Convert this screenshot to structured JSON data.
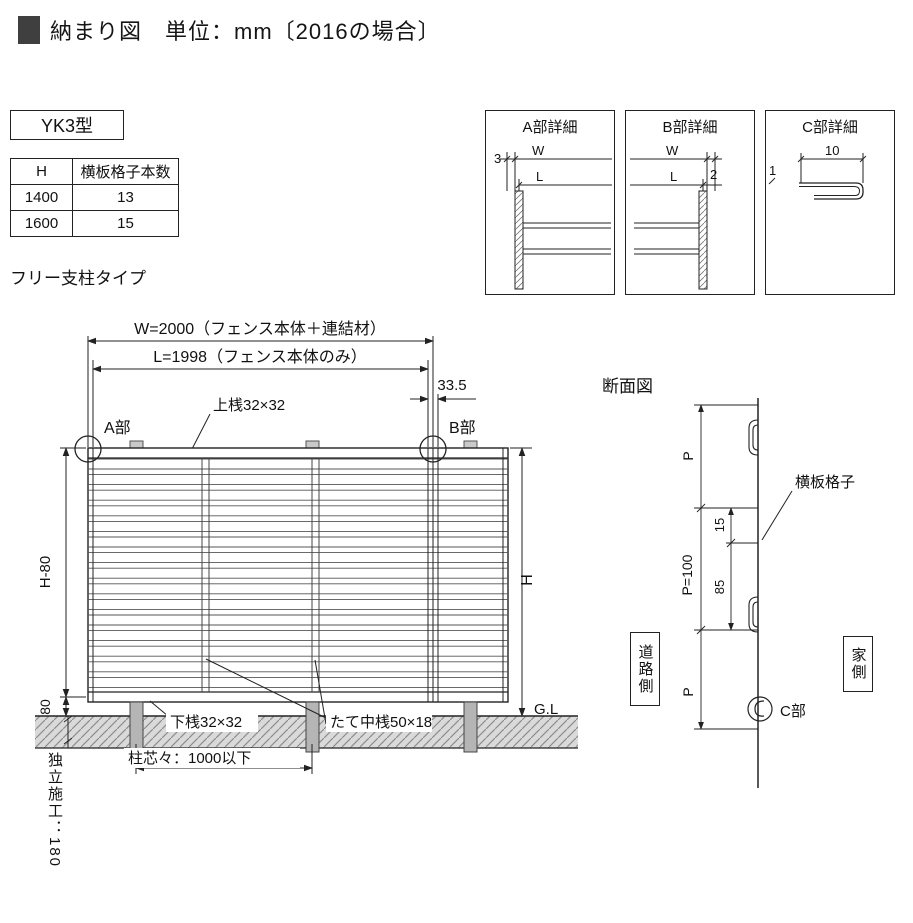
{
  "page": {
    "title": "納まり図　単位：mm〔2016の場合〕"
  },
  "model": {
    "name": "YK3型"
  },
  "spec_table": {
    "headers": [
      "H",
      "横板格子本数"
    ],
    "rows": [
      [
        "1400",
        "13"
      ],
      [
        "1600",
        "15"
      ]
    ]
  },
  "type_label": "フリー支柱タイプ",
  "details": {
    "a": {
      "title": "A部詳細",
      "dim_3": "3",
      "dim_w": "W",
      "dim_l": "L"
    },
    "b": {
      "title": "B部詳細",
      "dim_w": "W",
      "dim_l": "L",
      "dim_2": "2"
    },
    "c": {
      "title": "C部詳細",
      "dim_10": "10",
      "dim_1": "1"
    }
  },
  "elevation": {
    "dim_width_total": "W=2000（フェンス本体＋連結材）",
    "dim_width_body": "L=1998（フェンス本体のみ）",
    "dim_offset": "33.5",
    "label_section_a": "A部",
    "label_section_b": "B部",
    "label_top_rail": "上桟32×32",
    "label_bottom_rail": "下桟32×32",
    "label_vertical_rail": "たて中桟50×18",
    "label_post_pitch": "柱芯々：1000以下",
    "dim_height_minus": "H-80",
    "dim_80": "80",
    "dim_height": "H",
    "label_ground": "G.L",
    "label_footing": "独立施工：180"
  },
  "section": {
    "title": "断面図",
    "label_board": "横板格子",
    "dim_p_top": "P",
    "dim_15": "15",
    "dim_85": "85",
    "dim_p_pitch": "P=100",
    "dim_p_bottom": "P",
    "label_road_side": "道路側",
    "label_house_side": "家側",
    "label_section_c": "C部"
  }
}
